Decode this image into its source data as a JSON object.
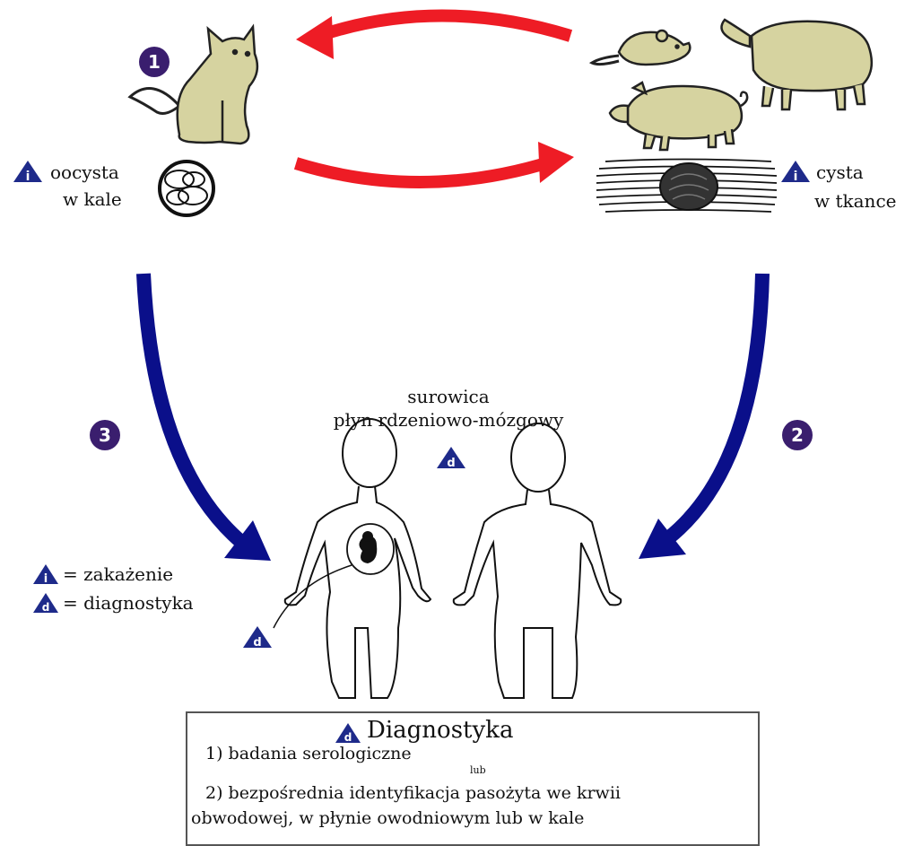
{
  "labels": {
    "oocyst_line1": "oocysta",
    "oocyst_line2": "w kale",
    "cyst_line1": "cysta",
    "cyst_line2": "w tkance",
    "serum": "surowica",
    "csf": "płyn rdzeniowo-mózgowy"
  },
  "steps": {
    "s1": "1",
    "s2": "2",
    "s3": "3"
  },
  "badges": {
    "infection": "i",
    "diagnosis": "d"
  },
  "legend": {
    "infection": "= zakażenie",
    "diagnosis": "= diagnostyka"
  },
  "diagnostics": {
    "title": "Diagnostyka",
    "item1": "1) badania serologiczne",
    "or": "lub",
    "item2_line1": "2) bezpośrednia identyfikacja pasożyta we krwii",
    "item2_line2": "obwodowej, w płynie owodniowym lub w kale"
  },
  "colors": {
    "red_arrow": "#ee1c25",
    "blue_arrow": "#0a0f8a",
    "step_circle": "#3a1e6e",
    "badge": "#1e2a8a",
    "animal_fill": "#d6d3a0",
    "outline": "#222222"
  },
  "icons": [
    "cat-icon",
    "mouse-icon",
    "sheep-icon",
    "pig-icon",
    "oocyst-icon",
    "tissue-cyst-icon",
    "human-female-icon",
    "human-male-icon",
    "fetus-icon"
  ]
}
